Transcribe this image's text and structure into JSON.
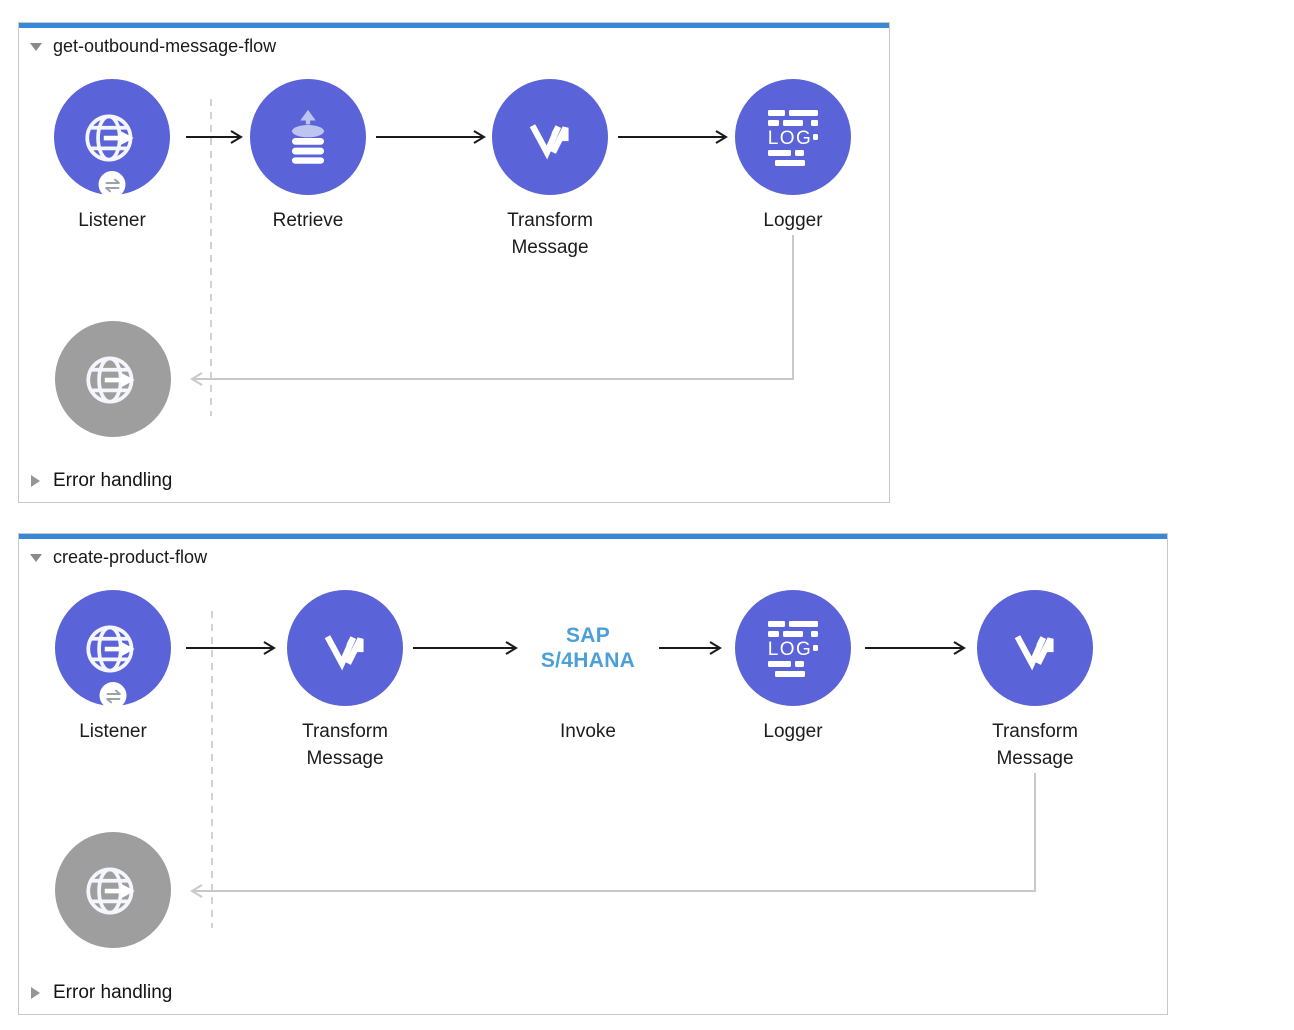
{
  "colors": {
    "node_fill": "#5a63d8",
    "disabled_node_fill": "#9e9e9e",
    "flow_accent_bar": "#3888d8",
    "sap_logo_blue": "#4ba0d8",
    "message_arrow": "#1a1a1a",
    "response_connector": "#c9c9c9"
  },
  "icons": {
    "logger_text": "LOG"
  },
  "flows": [
    {
      "title": "get-outbound-message-flow",
      "nodes": [
        {
          "icon": "http-listener-icon",
          "label": "Listener"
        },
        {
          "icon": "retrieve-icon",
          "label": "Retrieve"
        },
        {
          "icon": "dataweave-icon",
          "label": "Transform Message"
        },
        {
          "icon": "logger-icon",
          "label": "Logger"
        }
      ],
      "response_node": {
        "icon": "http-response-icon"
      },
      "error_handling": {
        "label": "Error handling"
      }
    },
    {
      "title": "create-product-flow",
      "nodes": [
        {
          "icon": "http-listener-icon",
          "label": "Listener"
        },
        {
          "icon": "dataweave-icon",
          "label": "Transform Message"
        },
        {
          "icon": "sap-s4hana-logo",
          "label": "Invoke",
          "logo_lines": [
            "SAP",
            "S/4HANA"
          ]
        },
        {
          "icon": "logger-icon",
          "label": "Logger"
        },
        {
          "icon": "dataweave-icon",
          "label": "Transform Message"
        }
      ],
      "response_node": {
        "icon": "http-response-icon"
      },
      "error_handling": {
        "label": "Error handling"
      }
    }
  ]
}
